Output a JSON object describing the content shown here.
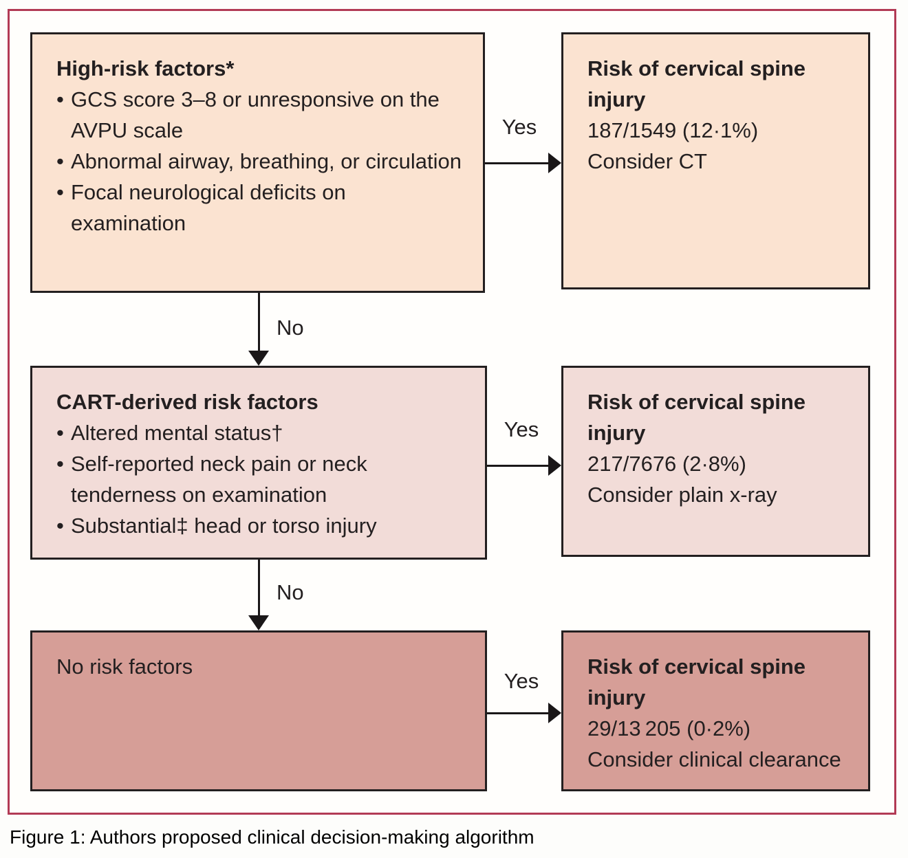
{
  "figure": {
    "caption": "Figure 1: Authors proposed clinical decision-making algorithm"
  },
  "labels": {
    "yes": "Yes",
    "no": "No",
    "bullet": "•"
  },
  "colors": {
    "outer_border": "#b23a55",
    "box_border": "#231f20",
    "row1_fill": "#fbe3d1",
    "row2_fill": "#f2dcd8",
    "row3_fill": "#d69e97",
    "text": "#231f20",
    "line": "#1a1718",
    "page_bg": "#fdfdfb",
    "frame_bg": "#fffefc"
  },
  "nodes": {
    "high_risk": {
      "title": "High-risk factors*",
      "bullets": [
        "GCS score 3–8 or unresponsive on the AVPU scale",
        "Abnormal airway, breathing, or circulation",
        "Focal neurological deficits on examination"
      ]
    },
    "risk_high": {
      "title": "Risk of cervical spine injury",
      "stat": "187/1549 (12·1%)",
      "action": "Consider CT"
    },
    "cart": {
      "title": "CART-derived risk factors",
      "bullets": [
        "Altered mental status†",
        "Self-reported neck pain or neck tenderness on examination",
        "Substantial‡ head or torso injury"
      ]
    },
    "risk_cart": {
      "title": "Risk of cervical spine injury",
      "stat": "217/7676 (2·8%)",
      "action": "Consider plain x-ray"
    },
    "no_risk": {
      "title": "No risk factors"
    },
    "risk_none": {
      "title": "Risk of cervical spine injury",
      "stat": "29/13 205 (0·2%)",
      "action": "Consider clinical clearance"
    }
  }
}
